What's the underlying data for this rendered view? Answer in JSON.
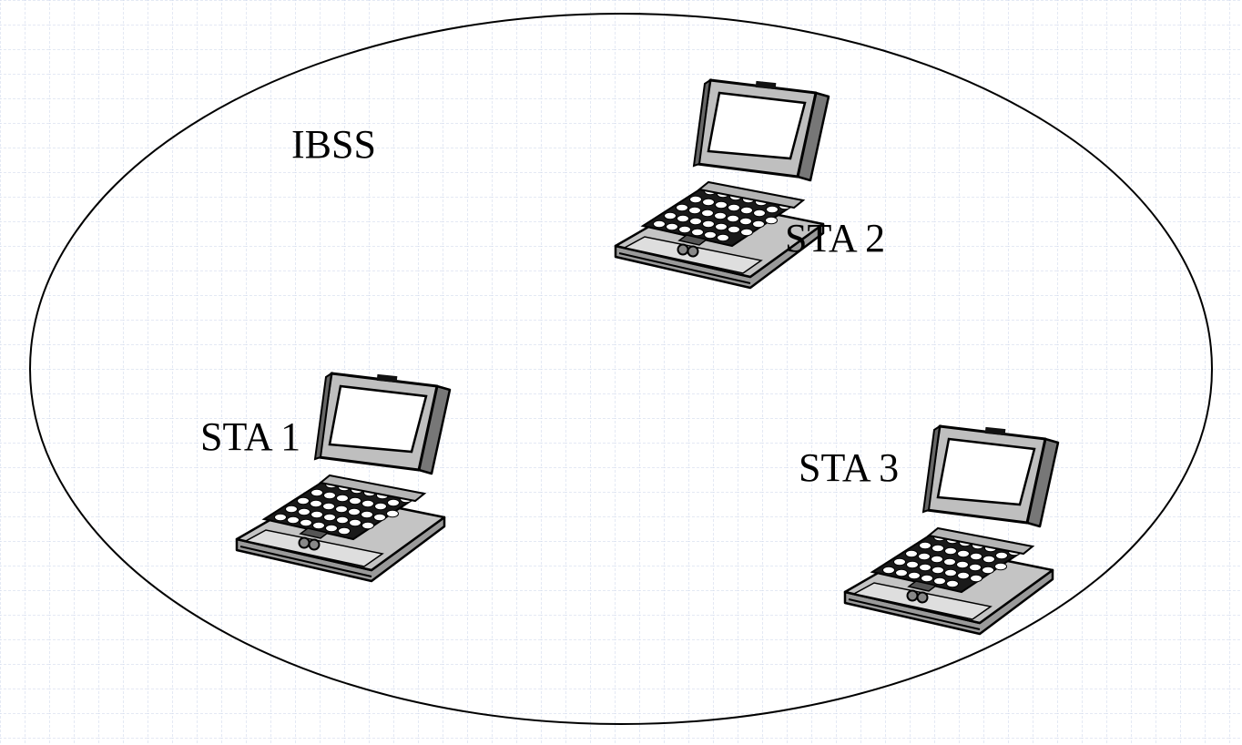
{
  "diagram": {
    "network_label": "IBSS",
    "stations": [
      {
        "label": "STA 2",
        "device_icon": "laptop-icon"
      },
      {
        "label": "STA 1",
        "device_icon": "laptop-icon"
      },
      {
        "label": "STA 3",
        "device_icon": "laptop-icon"
      }
    ]
  },
  "colors": {
    "background": "#ffffff",
    "grid": "#c9d3ea",
    "ellipse_stroke": "#000000",
    "text": "#000000",
    "laptop_body": "#b3b3b3",
    "laptop_dark": "#1a1a1a"
  }
}
